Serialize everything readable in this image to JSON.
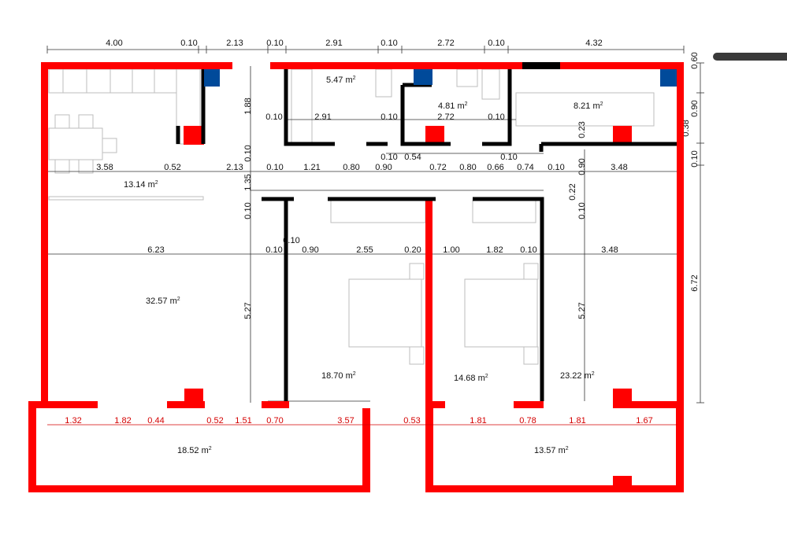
{
  "colors": {
    "exterior_wall": "#ff0000",
    "interior_wall": "#000000",
    "shaft": "#004a9a",
    "furniture": "#bdbdbd",
    "red_dimension": "#d40000"
  },
  "plan": {
    "top_dims": [
      "4.00",
      "0.10",
      "2.13",
      "0.10",
      "2.91",
      "0.10",
      "2.72",
      "0.10",
      "4.32"
    ],
    "right_dims": [
      "0.60",
      "0.90",
      "0.38",
      "0.10",
      "6.72"
    ],
    "row2_dims": [
      "0.10",
      "2.91",
      "0.10",
      "2.72",
      "0.10",
      "0.23"
    ],
    "vertical_left_dims": [
      "1.88",
      "0.10",
      "1.35",
      "0.10",
      "5.27"
    ],
    "row3_dims": [
      "0.10",
      "0.54",
      "0.10"
    ],
    "row4_dims": [
      "3.58",
      "0.52",
      "2.13",
      "0.10",
      "1.21",
      "0.80",
      "0.90",
      "0.72",
      "0.80",
      "0.66",
      "0.74",
      "0.10",
      "3.48"
    ],
    "mid_small_dims": [
      "0.90",
      "0.22",
      "0.10"
    ],
    "row5_dims": [
      "6.23",
      "0.10",
      "0.10",
      "0.90",
      "2.55",
      "0.20",
      "1.00",
      "1.82",
      "0.10",
      "3.48"
    ],
    "right_inner_dim": "5.27",
    "balcony_dims": [
      "1.32",
      "1.82",
      "0.44",
      "0.52",
      "1.51",
      "0.70",
      "3.57",
      "0.53",
      "1.81",
      "0.78",
      "1.81",
      "1.67"
    ],
    "area_unit": "m",
    "area_sup": "2",
    "rooms": [
      {
        "area": "5.47"
      },
      {
        "area": "4.81"
      },
      {
        "area": "8.21"
      },
      {
        "area": "13.14"
      },
      {
        "area": "32.57"
      },
      {
        "area": "18.70"
      },
      {
        "area": "14.68"
      },
      {
        "area": "23.22"
      },
      {
        "area": "18.52"
      },
      {
        "area": "13.57"
      }
    ]
  }
}
